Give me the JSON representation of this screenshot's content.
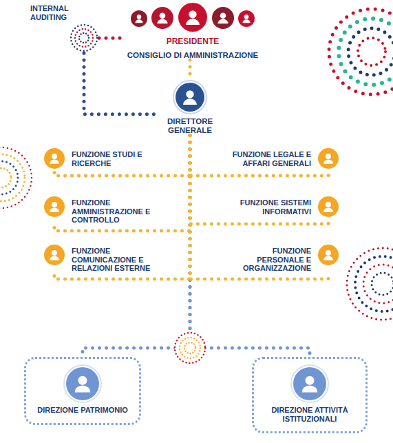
{
  "diagram": {
    "nodes": [
      {
        "text": [
          "INTERNAL AUDITING"
        ]
      },
      {
        "text": [
          "PRESIDENTE",
          "CONSIGLIO DI AMMINISTRAZIONE"
        ]
      },
      {
        "text": [
          "DIRETTORE GENERALE"
        ]
      },
      {
        "text": [
          "FUNZIONE STUDI E RICERCHE"
        ]
      },
      {
        "text": [
          "FUNZIONE LEGALE E AFFARI GENERALI"
        ]
      },
      {
        "text": [
          "FUNZIONE AMMINISTRAZIONE E CONTROLLO"
        ]
      },
      {
        "text": [
          "FUNZIONE SISTEMI INFORMATIVI"
        ]
      },
      {
        "text": [
          "FUNZIONE COMUNICAZIONE E RELAZIONI ESTERNE"
        ]
      },
      {
        "text": [
          "FUNZIONE PERSONALE E ORGANIZZAZIONE"
        ]
      },
      {
        "text": [
          "DIREZIONE PATRIMONIO"
        ]
      },
      {
        "text": [
          "DIREZIONE ATTIVITÀ ISTITUZIONALI"
        ]
      }
    ],
    "edges": [
      {
        "from": 0,
        "to": 1,
        "arrow": "none"
      },
      {
        "from": 0,
        "to": 2,
        "arrow": "none"
      },
      {
        "from": 1,
        "to": 2,
        "arrow": "none"
      },
      {
        "from": 2,
        "to": 3,
        "arrow": "none"
      },
      {
        "from": 2,
        "to": 4,
        "arrow": "none"
      },
      {
        "from": 2,
        "to": 5,
        "arrow": "none"
      },
      {
        "from": 2,
        "to": 6,
        "arrow": "none"
      },
      {
        "from": 2,
        "to": 7,
        "arrow": "none"
      },
      {
        "from": 2,
        "to": 8,
        "arrow": "none"
      },
      {
        "from": 2,
        "to": 9,
        "arrow": "none"
      },
      {
        "from": 2,
        "to": 10,
        "arrow": "none"
      }
    ]
  }
}
